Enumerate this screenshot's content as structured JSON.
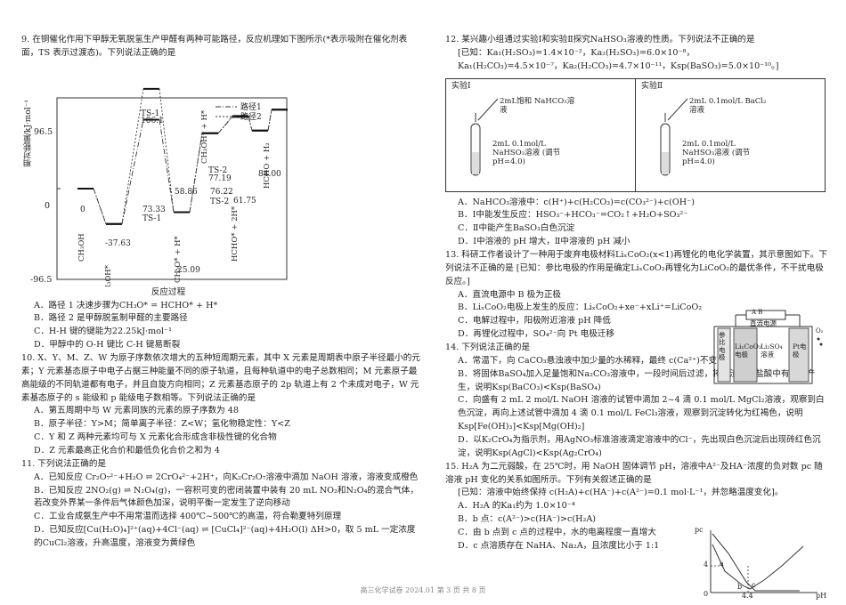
{
  "q9": {
    "stem": "9. 在铜催化作用下甲醇无氧脱氢生产甲醛有两种可能路径，反应机理如下图所示(*表示吸附在催化剂表面，TS 表示过渡态)。下列说法正确的是",
    "chart_data": {
      "type": "line",
      "ylabel": "相对能量/kJ·mol⁻¹",
      "xlabel": "反应过程",
      "ylim": [
        -96.5,
        96.5
      ],
      "yticks": [
        "96.5",
        "0",
        "-96.5"
      ],
      "legend": [
        "路径1",
        "路径2"
      ],
      "series": [
        {
          "name": "路径1",
          "values": [
            0,
            -37.63,
            73.33,
            -25.09,
            58.86,
            76.22,
            61.75,
            84.0
          ]
        },
        {
          "name": "路径2",
          "values": [
            0,
            -37.63,
            106.1,
            -25.09,
            58.86,
            77.19,
            61.75,
            84.0
          ]
        }
      ],
      "value_labels": [
        "0",
        "-37.63",
        "106.1",
        "73.33",
        "-25.09",
        "58.86",
        "77.19",
        "76.22",
        "61.75",
        "84.00"
      ],
      "ts_labels": [
        "TS-1",
        "TS-1",
        "TS-2",
        "TS-2"
      ],
      "species": [
        "CH₃OH",
        "CH₃OH*",
        "CH₃O* + H*",
        "CH₂OH* + H*",
        "HCHO* + 2H*",
        "HCHO + H₂"
      ]
    },
    "options": [
      "A．路径 1 决速步骤为CH₃O* = HCHO* + H*",
      "B．路径 2 是甲醇脱氢制甲醛的主要路径",
      "C．H-H 键的键能为22.25kJ·mol⁻¹",
      "D．甲醇中的 O-H 键比 C-H 键易断裂"
    ]
  },
  "q10": {
    "stem": "10. X、Y、M、Z、W 为原子序数依次增大的五种短周期元素，其中 X 元素是周期表中原子半径最小的元素；Y 元素基态原子中电子占据三种能量不同的原子轨道，且每种轨道中的电子总数相同；M 元素原子最高能级的不同轨道都有电子，并且自旋方向相同；Z 元素基态原子的 2p 轨道上有 2 个未成对电子，W 元素基态原子的 s 能级和 p 能级电子数相等。下列说法正确的是",
    "options": [
      "A．第五周期中与 W 元素同族的元素的原子序数为 48",
      "B．原子半径：Y>M；简单离子半径：Z<W；氢化物稳定性：Y<Z",
      "C．Y 和 Z 两种元素均可与 X 元素化合形成含非极性键的化合物",
      "D．Z 元素最高正化合价和最低负化合价之和为 4"
    ]
  },
  "q11": {
    "stem": "11. 下列说法正确的是",
    "options": [
      "A．已知反应 Cr₂O₇²⁻+H₂O ⇌ 2CrO₄²⁻+2H⁺，向K₂Cr₂O₇溶液中滴加 NaOH 溶液，溶液变成橙色",
      "B．已知反应 2NO₂(g) ⇌ N₂O₄(g)，一容积可变的密闭装置中装有 20 mL NO₂和N₂O₄的混合气体，若改变外界某一条件后气体颜色加深，说明平衡一定发生了逆向移动",
      "C．工业合成氨生产中不用常温而选择 400℃~500℃的高温，符合勒夏特列原理",
      "D．已知反应[Cu(H₂O)₄]²⁺(aq)+4Cl⁻(aq) ⇌ [CuCl₄]²⁻(aq)+4H₂O(l)  ΔH>0，取 5 mL 一定浓度的CuCl₂溶液，升高温度，溶液变为黄绿色"
    ]
  },
  "q12": {
    "stem": "12. 某兴趣小组通过实验Ⅰ和实验Ⅱ探究NaHSO₃溶液的性质。下列说法不正确的是",
    "known1": "[已知：Ka₁(H₂SO₃)=1.4×10⁻²，Ka₂(H₂SO₃)=6.0×10⁻⁸，",
    "known2": "Ka₁(H₂CO₃)=4.5×10⁻⁷，Ka₂(H₂CO₃)=4.7×10⁻¹¹，Ksp(BaSO₃)=5.0×10⁻¹⁰。]",
    "exp1_title": "实验Ⅰ",
    "exp2_title": "实验Ⅱ",
    "exp1_drop": "2mL饱和 NaHCO₃溶液",
    "exp2_drop": "2mL 0.1mol/L BaCl₂溶液",
    "exp_tube": "2mL 0.1mol/L NaHSO₃溶液 (调节pH=4.0)",
    "options": [
      "A．NaHCO₃溶液中：c(H⁺)+c(H₂CO₃)=c(CO₃²⁻)+c(OH⁻)",
      "B．Ⅰ中能发生反应：HSO₃⁻+HCO₃⁻=CO₂↑+H₂O+SO₃²⁻",
      "C．Ⅱ中能产生BaSO₃白色沉淀",
      "D．Ⅰ中溶液的 pH 增大，Ⅱ中溶液的 pH 减小"
    ]
  },
  "q13": {
    "stem": "13. 科研工作者设计了一种用于废弃电极材料LiₓCoO₂(x<1)再锂化的电化学装置，其示意图如下。下列说法不正确的是    [已知：参比电极的作用是确定LiₓCoO₂再锂化为LiCoO₂的最优条件，不干扰电极反应。]",
    "fig": {
      "power": "直流电源",
      "ab": "A  B",
      "ref": "参比电极",
      "li": "LiₓCoO₂电极",
      "sol": "Li₂SO₄溶液",
      "pt": "Pt电极",
      "o2": "O₂"
    },
    "options": [
      "A．直流电源中 B 极为正极",
      "B．LiₓCoO₂电极上发生的反应：LiₓCoO₂+xe⁻+xLi⁺=LiCoO₂",
      "C．电解过程中，阳极附近溶液 pH 降低",
      "D．再锂化过程中，SO₄²⁻向 Pt 电极迁移"
    ]
  },
  "q14": {
    "stem": "14. 下列说法正确的是",
    "options": [
      "A．常温下，向 CaCO₃悬浊液中加少量的水稀释，最终 c(Ca²⁺)不变",
      "B．将固体BaSO₄加入足量饱和Na₂CO₃溶液中，一段时间后过滤，将滤渣加入盐酸中有气体产生，说明Ksp(BaCO₃)<Ksp(BaSO₄)",
      "C．向盛有 2 mL 2 mol/L NaOH 溶液的试管中滴加 2~4 滴 0.1 mol/L MgCl₂溶液，观察到白色沉淀，再向上述试管中滴加 4 滴 0.1 mol/L FeCl₃溶液，观察到沉淀转化为红褐色，说明Ksp[Fe(OH)₃]<Ksp[Mg(OH)₂]",
      "D．以K₂CrO₄为指示剂，用AgNO₃标准溶液滴定溶液中的Cl⁻，先出现白色沉淀后出现砖红色沉淀，说明Ksp(AgCl)<Ksp(Ag₂CrO₄)"
    ]
  },
  "q15": {
    "stem": "15. H₂A 为二元弱酸，在 25℃时，用 NaOH 固体调节 pH，溶液中A²⁻及HA⁻浓度的负对数 pc 随溶液 pH 变化的关系如图所示。下列有关叙述正确的是",
    "known": "[已知：溶液中始终保持 c(H₂A)+c(HA⁻)+c(A²⁻)=0.1 mol·L⁻¹，并忽略温度变化]。",
    "options": [
      "A．H₂A 的Ka₁约为 1.0×10⁻⁴",
      "B．b 点：c(A²⁻)>c(HA⁻)>c(H₂A)",
      "C．由 b 点到 c 点的过程中，水的电离程度一直增大",
      "D．c 点溶质存在 NaHA、Na₂A，且浓度比小于 1:1"
    ],
    "fig": {
      "ylabel": "pc",
      "xlabel": "pH",
      "y4": "4",
      "x44": "4.4",
      "origin": "0",
      "a": "a",
      "b": "b",
      "c": "c"
    }
  },
  "footer": "高三化学试卷  2024.01  第 3 页 共 8 页"
}
